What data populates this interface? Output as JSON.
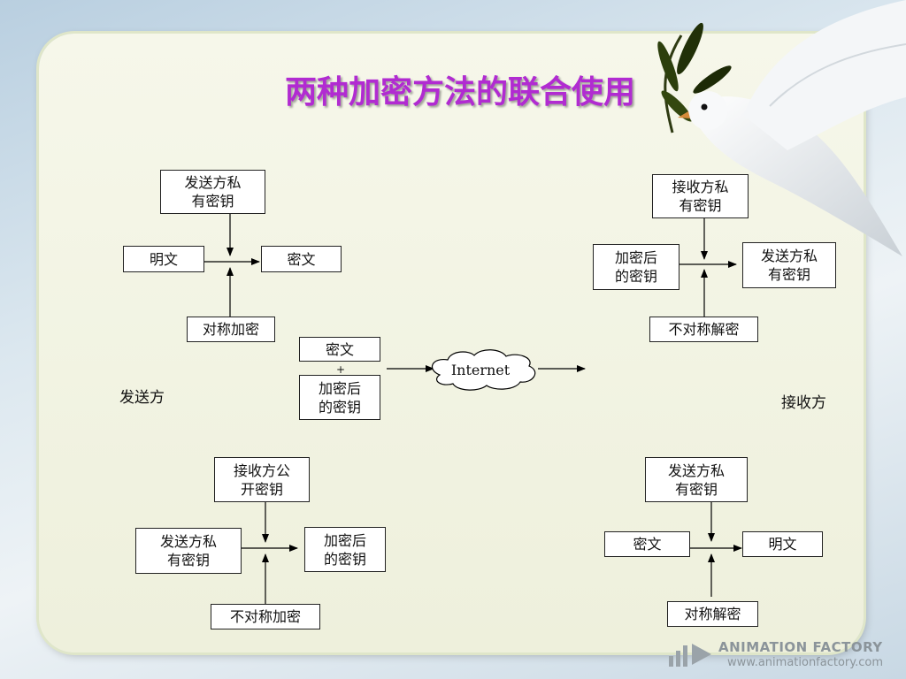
{
  "title": "两种加密方法的联合使用",
  "sender_label": "发送方",
  "receiver_label": "接收方",
  "sender_top": {
    "key": "发送方私\n有密钥",
    "input": "明文",
    "output": "密文",
    "method": "对称加密"
  },
  "center": {
    "top": "密文",
    "plus": "+",
    "bottom": "加密后\n的密钥",
    "cloud": "Internet"
  },
  "receiver_top": {
    "key": "接收方私\n有密钥",
    "input": "加密后\n的密钥",
    "output": "发送方私\n有密钥",
    "method": "不对称解密"
  },
  "sender_bottom": {
    "key": "接收方公\n开密钥",
    "input": "发送方私\n有密钥",
    "output": "加密后\n的密钥",
    "method": "不对称加密"
  },
  "receiver_bottom": {
    "key": "发送方私\n有密钥",
    "input": "密文",
    "output": "明文",
    "method": "对称解密"
  },
  "watermark": {
    "brand": "ANIMATION FACTORY",
    "url": "www.animationfactory.com"
  }
}
